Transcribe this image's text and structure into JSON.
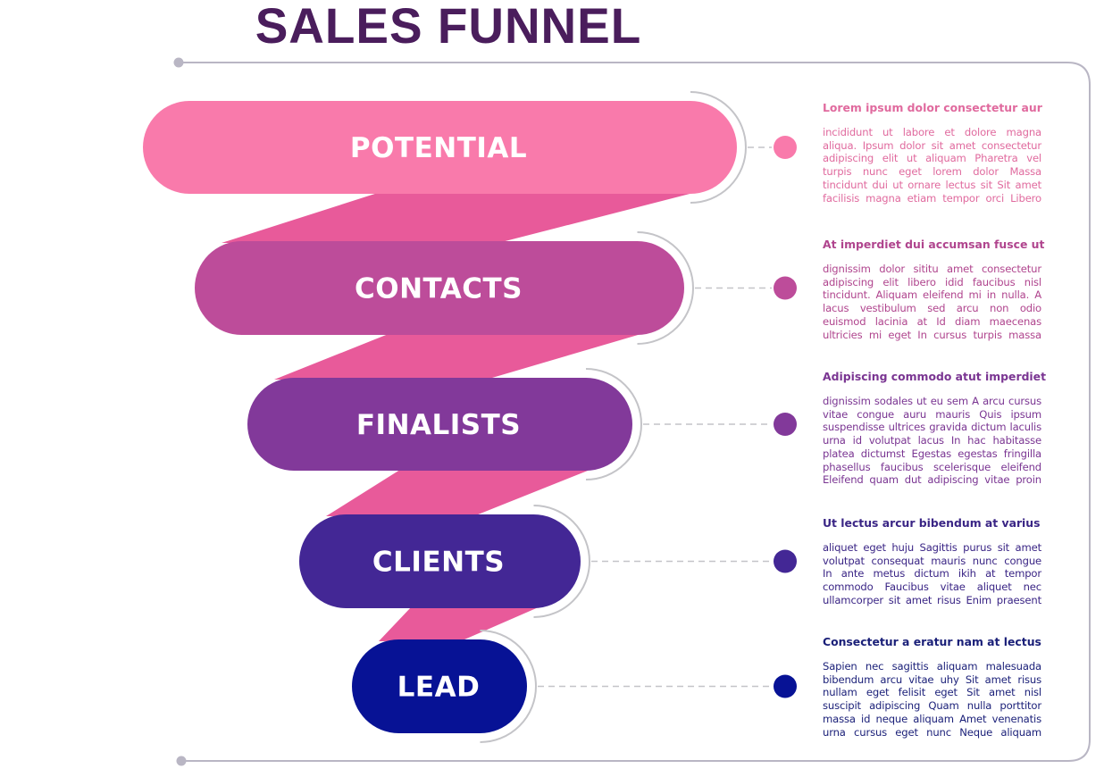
{
  "title": "SALES FUNNEL",
  "colors": {
    "title": "#4a1d5c",
    "band": "#e85a9a",
    "frame": "#b9b6c4",
    "arc": "#c4c4c8"
  },
  "stages": [
    {
      "label": "POTENTIAL",
      "color": "#f97aab",
      "text_color": "#e06a9e",
      "heading": "Lorem ipsum dolor consectetur aur",
      "body": [
        "incididunt ut labore et dolore magna",
        "aliqua. Ipsum dolor sit amet consectetur",
        "adipiscing elit ut aliquam Pharetra vel",
        "turpis nunc eget lorem dolor Massa",
        "tincidunt dui ut ornare lectus sit Sit amet",
        "facilisis magna etiam tempor orci Libero"
      ]
    },
    {
      "label": "CONTACTS",
      "color": "#bd4c9a",
      "text_color": "#b0458e",
      "heading": "At imperdiet dui accumsan fusce ut",
      "body": [
        "dignissim dolor sititu amet consectetur",
        "adipiscing elit libero idid faucibus nisl",
        "tincidunt. Aliquam eleifend mi in nulla. A",
        "lacus vestibulum sed arcu non odio",
        "euismod lacinia at Id diam maecenas",
        "ultricies mi eget In cursus turpis massa"
      ]
    },
    {
      "label": "FINALISTS",
      "color": "#82399a",
      "text_color": "#7a3592",
      "heading": "Adipiscing commodo atut imperdiet",
      "body": [
        "dignissim sodales ut eu sem A arcu cursus",
        "vitae congue auru mauris Quis ipsum",
        "suspendisse ultrices gravida dictum laculis",
        "urna id volutpat lacus In hac habitasse",
        "platea dictumst Egestas egestas fringilla",
        "phasellus faucibus scelerisque eleifend",
        "Eleifend quam dut adipiscing vitae proin"
      ]
    },
    {
      "label": "CLIENTS",
      "color": "#432795",
      "text_color": "#3a2585",
      "heading": "Ut lectus arcur bibendum at varius",
      "body": [
        "aliquet eget huju Sagittis purus sit amet",
        "volutpat consequat mauris nunc congue",
        "In ante metus dictum ikih at tempor",
        "commodo Faucibus vitae aliquet nec",
        "ullamcorper sit amet risus Enim praesent"
      ]
    },
    {
      "label": "LEAD",
      "color": "#071295",
      "text_color": "#1a1f78",
      "heading": "Consectetur a eratur nam at lectus",
      "body": [
        "Sapien nec sagittis aliquam malesuada",
        "bibendum arcu vitae uhy Sit amet risus",
        "nullam eget felisit eget Sit amet nisl",
        "suscipit adipiscing Quam nulla porttitor",
        "massa id neque aliquam Amet venenatis",
        "urna cursus eget nunc Neque aliquam"
      ]
    }
  ]
}
